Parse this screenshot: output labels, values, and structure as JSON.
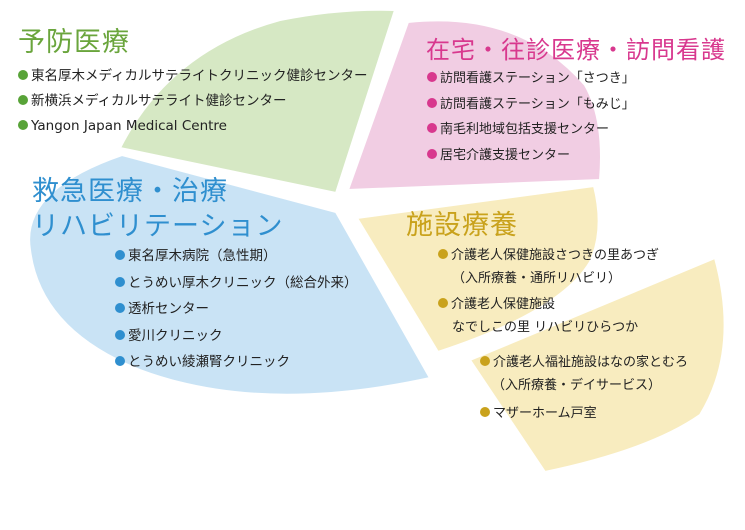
{
  "sections": [
    {
      "id": "prevention",
      "title": "予防医療",
      "color": "#6aa53c",
      "dot_color": "#58a338",
      "fill": "#d6e8c4",
      "items": [
        {
          "label": "東名厚木メディカルサテライトクリニック健診センター"
        },
        {
          "label": "新横浜メディカルサテライト健診センター"
        },
        {
          "label": "Yangon Japan Medical Centre"
        }
      ]
    },
    {
      "id": "home-care",
      "title": "在宅・往診医療・訪問看護",
      "color": "#d8388e",
      "dot_color": "#d8388e",
      "fill": "#f1cde3",
      "items": [
        {
          "label": "訪問看護ステーション「さつき」"
        },
        {
          "label": "訪問看護ステーション「もみじ」"
        },
        {
          "label": "南毛利地域包括支援センター"
        },
        {
          "label": "居宅介護支援センター"
        }
      ]
    },
    {
      "id": "emergency",
      "title_lines": [
        "救急医療・治療",
        "リハビリテーション"
      ],
      "color": "#2f8fcf",
      "dot_color": "#2f8fcf",
      "fill": "#c9e3f5",
      "items": [
        {
          "label": "東名厚木病院（急性期）"
        },
        {
          "label": "とうめい厚木クリニック（総合外来）"
        },
        {
          "label": "透析センター"
        },
        {
          "label": "愛川クリニック"
        },
        {
          "label": "とうめい綾瀬腎クリニック"
        }
      ]
    },
    {
      "id": "care-facility",
      "title": "施設療養",
      "color": "#c9a21c",
      "dot_color": "#c9a21c",
      "fill": "#f8ecbf",
      "items": [
        {
          "label": "介護老人保健施設さつきの里あつぎ",
          "sub": "（入所療養・通所リハビリ）"
        },
        {
          "label": "介護老人保健施設",
          "sub": "なでしこの里 リハビリひらつか"
        }
      ],
      "subsection_items": [
        {
          "label": "介護老人福祉施設はなの家とむろ",
          "sub": "（入所療養・デイサービス）"
        },
        {
          "label": "マザーホーム戸室"
        }
      ]
    }
  ]
}
